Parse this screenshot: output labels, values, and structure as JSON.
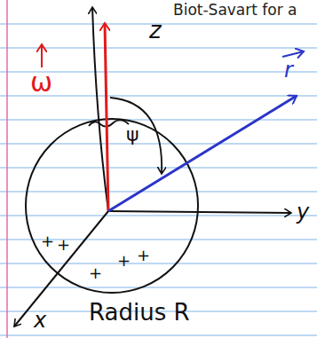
{
  "diagram": {
    "labels": [
      "Biot-Savart for a",
      "z",
      "ω",
      "ψ",
      "r",
      "y",
      "x",
      "+",
      "+",
      "+",
      "+",
      "+",
      "Radius R"
    ]
  }
}
